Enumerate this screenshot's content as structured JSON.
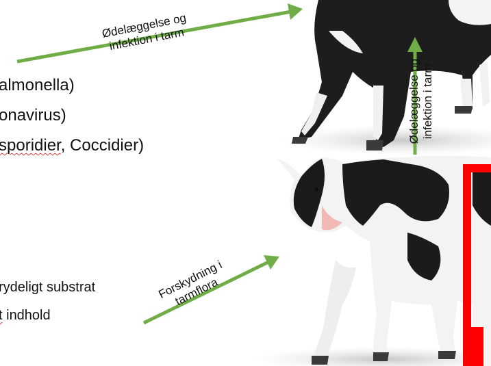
{
  "bullets": {
    "line1": "almonella)",
    "line2": "onavirus)",
    "line3_a": "sporidier",
    "line3_b": ", Coccidier)",
    "line4": "rydeligt substrat",
    "line5_a": "t",
    "line5_b": " indhold"
  },
  "arrows": {
    "top_label_1": "Ødelæggelse og",
    "top_label_2": "infektion i tarm",
    "vertical_label_1": "Ødelæggelse og",
    "vertical_label_2": "infektion i tarm",
    "bottom_label_1": "Forskydning i",
    "bottom_label_2": "tarmflora"
  },
  "colors": {
    "arrow": "#70ad47",
    "highlight_box": "#ff0000",
    "text": "#111111",
    "spell_underline": "#d23b3b"
  }
}
